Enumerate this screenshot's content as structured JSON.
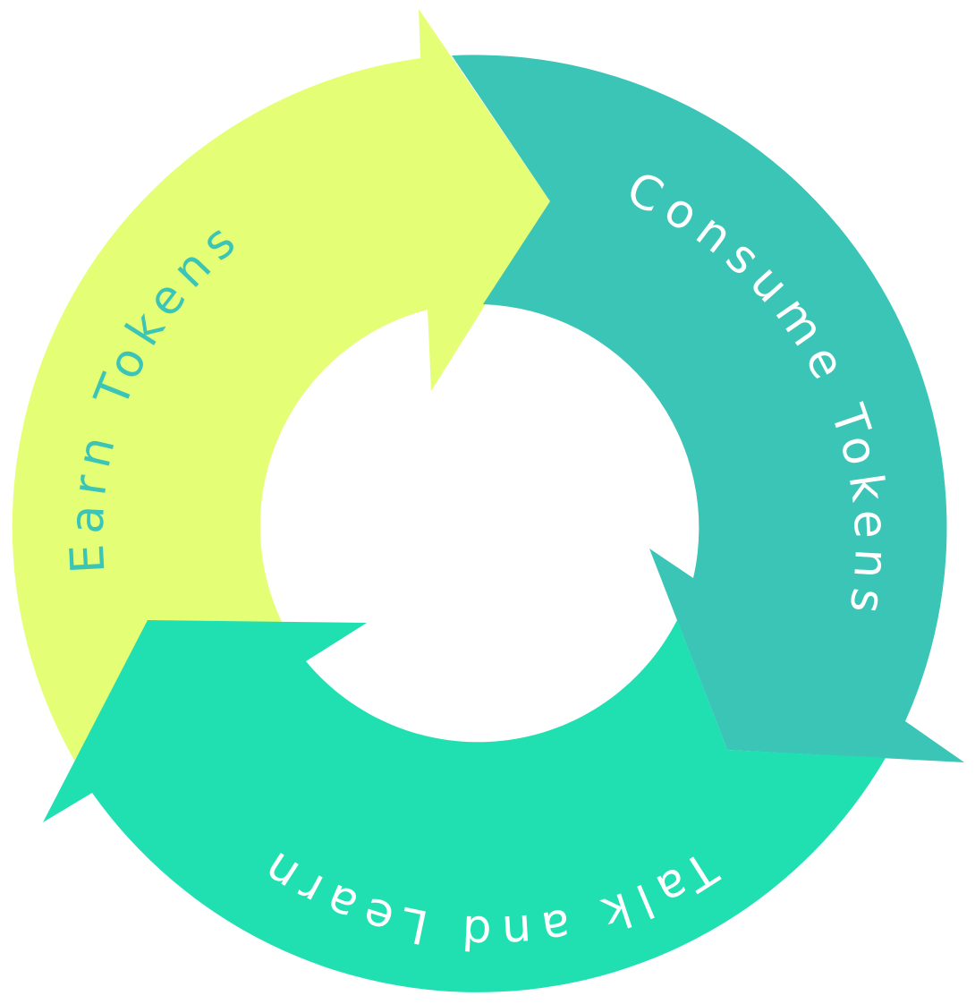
{
  "diagram": {
    "segments": [
      {
        "id": "earn",
        "label": "Earn Tokens",
        "fill": "#E4FF76",
        "text_color": "#3AC5B6"
      },
      {
        "id": "consume",
        "label": "Consume Tokens",
        "fill": "#3AC5B6",
        "text_color": "#FFFFFF"
      },
      {
        "id": "talk",
        "label": "Talk and Learn",
        "fill": "#20E0B2",
        "text_color": "#FFFFFF"
      }
    ]
  }
}
